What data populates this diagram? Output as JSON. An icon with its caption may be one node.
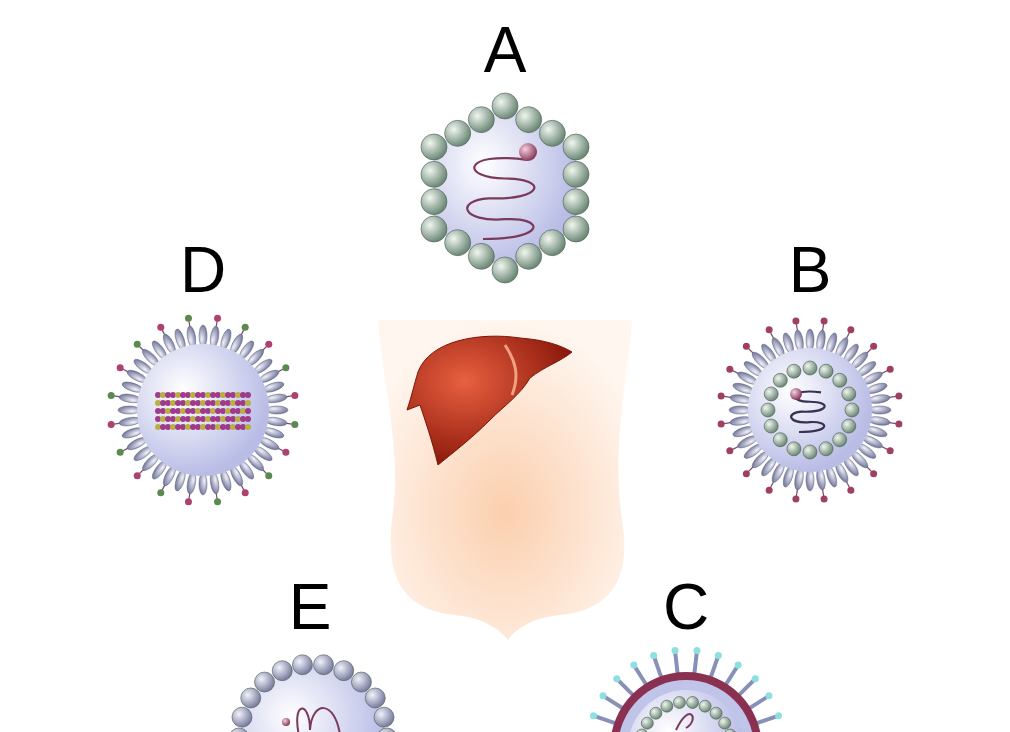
{
  "diagram": {
    "labels": [
      "A",
      "D",
      "B",
      "E",
      "C"
    ]
  }
}
